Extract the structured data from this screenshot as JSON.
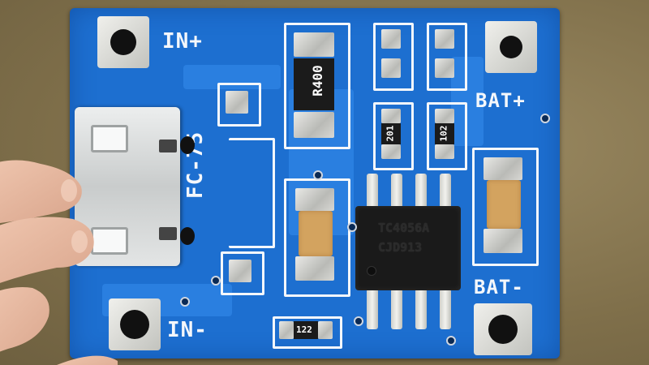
{
  "board": {
    "labels": {
      "in_plus": "IN+",
      "in_minus": "IN-",
      "bat_plus": "BAT+",
      "bat_minus": "BAT-",
      "module": "FC-75"
    },
    "chip": {
      "line1": "TC4056A",
      "line2": "CJD913"
    },
    "resistors": {
      "r_top": "R400",
      "r_201": "201",
      "r_102": "102",
      "r_122": "122"
    },
    "colors": {
      "pcb": "#1d6fd0",
      "silkscreen": "#f4f7fb",
      "pad": "#d6d7d3",
      "capacitor": "#d3a35f"
    }
  }
}
